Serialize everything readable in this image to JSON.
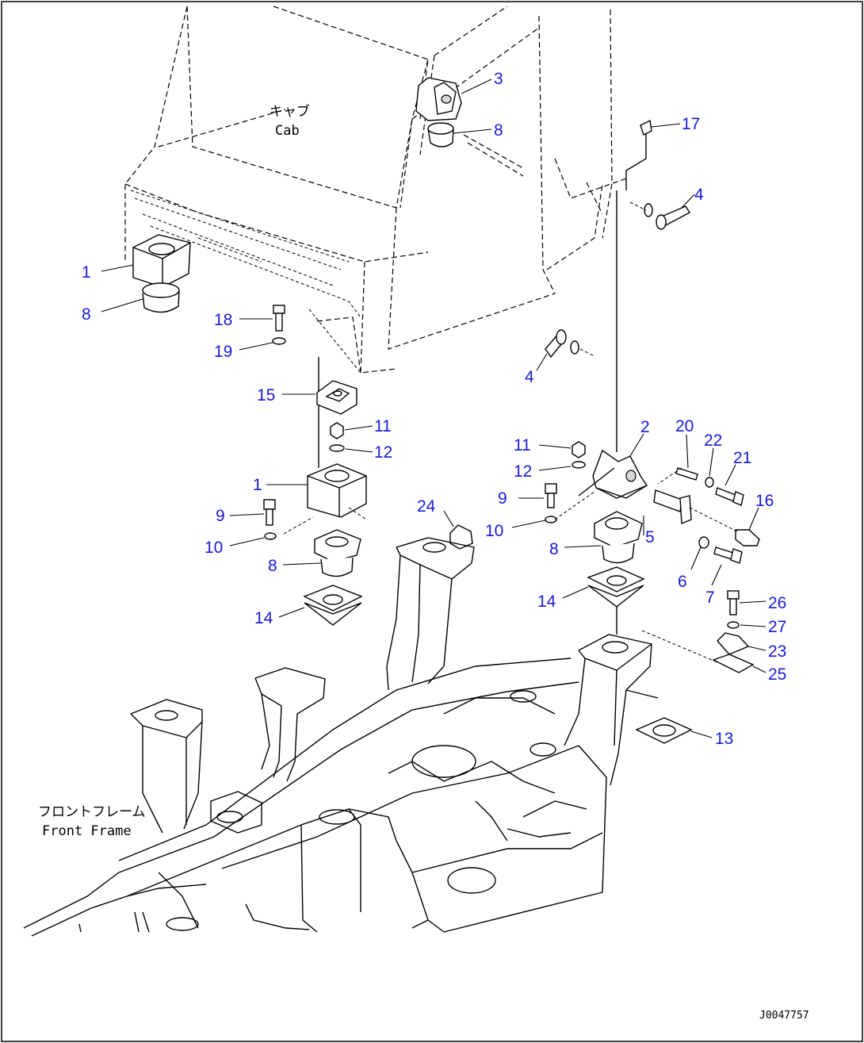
{
  "labels": {
    "cab_jp": "キャブ",
    "cab_en": "Cab",
    "front_frame_jp": "フロントフレーム",
    "front_frame_en": "Front Frame",
    "drawing_code": "J0047757"
  },
  "callouts": [
    {
      "id": "c1a",
      "text": "1"
    },
    {
      "id": "c8a",
      "text": "8"
    },
    {
      "id": "c3",
      "text": "3"
    },
    {
      "id": "c8b",
      "text": "8"
    },
    {
      "id": "c17",
      "text": "17"
    },
    {
      "id": "c4a",
      "text": "4"
    },
    {
      "id": "c18",
      "text": "18"
    },
    {
      "id": "c19",
      "text": "19"
    },
    {
      "id": "c4b",
      "text": "4"
    },
    {
      "id": "c15",
      "text": "15"
    },
    {
      "id": "c11a",
      "text": "11"
    },
    {
      "id": "c12a",
      "text": "12"
    },
    {
      "id": "c1b",
      "text": "1"
    },
    {
      "id": "c9a",
      "text": "9"
    },
    {
      "id": "c10a",
      "text": "10"
    },
    {
      "id": "c8c",
      "text": "8"
    },
    {
      "id": "c14a",
      "text": "14"
    },
    {
      "id": "c24",
      "text": "24"
    },
    {
      "id": "c11b",
      "text": "11"
    },
    {
      "id": "c12b",
      "text": "12"
    },
    {
      "id": "c2",
      "text": "2"
    },
    {
      "id": "c20",
      "text": "20"
    },
    {
      "id": "c22",
      "text": "22"
    },
    {
      "id": "c21",
      "text": "21"
    },
    {
      "id": "c16",
      "text": "16"
    },
    {
      "id": "c9b",
      "text": "9"
    },
    {
      "id": "c10b",
      "text": "10"
    },
    {
      "id": "c8d",
      "text": "8"
    },
    {
      "id": "c5",
      "text": "5"
    },
    {
      "id": "c6",
      "text": "6"
    },
    {
      "id": "c7",
      "text": "7"
    },
    {
      "id": "c14b",
      "text": "14"
    },
    {
      "id": "c26",
      "text": "26"
    },
    {
      "id": "c27",
      "text": "27"
    },
    {
      "id": "c23",
      "text": "23"
    },
    {
      "id": "c25",
      "text": "25"
    },
    {
      "id": "c13",
      "text": "13"
    }
  ],
  "colors": {
    "callout": "#1a1ad6",
    "line": "#000000",
    "background": "#ffffff"
  }
}
